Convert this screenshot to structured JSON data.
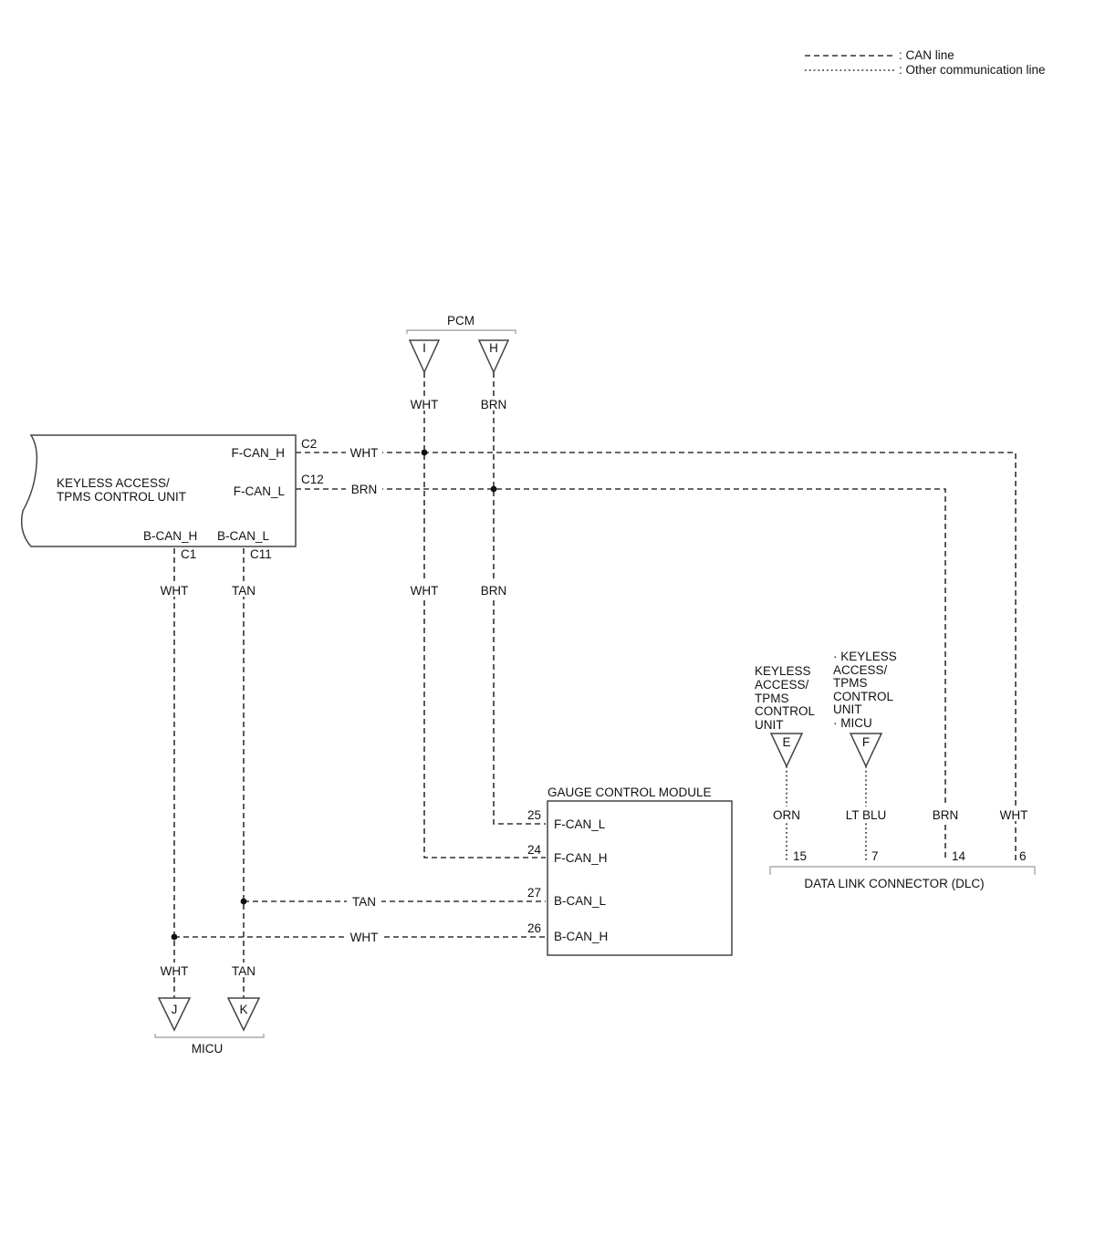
{
  "legend": {
    "can_line": ": CAN line",
    "other_line": ": Other communication line"
  },
  "keyless": {
    "name_line1": "KEYLESS ACCESS/",
    "name_line2": "TPMS CONTROL UNIT",
    "fcan_h": "F-CAN_H",
    "fcan_l": "F-CAN_L",
    "bcan_h": "B-CAN_H",
    "bcan_l": "B-CAN_L",
    "pin_c2": "C2",
    "pin_c12": "C12",
    "pin_c1": "C1",
    "pin_c11": "C11"
  },
  "pcm": {
    "label": "PCM",
    "conn_i": "I",
    "conn_h": "H"
  },
  "micu": {
    "label": "MICU",
    "conn_j": "J",
    "conn_k": "K"
  },
  "gauge": {
    "label": "GAUGE CONTROL MODULE",
    "pins": [
      {
        "num": "25",
        "signal": "F-CAN_L"
      },
      {
        "num": "24",
        "signal": "F-CAN_H"
      },
      {
        "num": "27",
        "signal": "B-CAN_L"
      },
      {
        "num": "26",
        "signal": "B-CAN_H"
      }
    ]
  },
  "dlc": {
    "label": "DATA LINK CONNECTOR (DLC)",
    "pins": [
      {
        "num": "15",
        "wire": "ORN"
      },
      {
        "num": "7",
        "wire": "LT BLU"
      },
      {
        "num": "14",
        "wire": "BRN"
      },
      {
        "num": "6",
        "wire": "WHT"
      }
    ],
    "conn_e": {
      "letter": "E",
      "lines": [
        "KEYLESS",
        "ACCESS/",
        "TPMS",
        "CONTROL",
        "UNIT"
      ]
    },
    "conn_f": {
      "letter": "F",
      "lines": [
        "· KEYLESS",
        "ACCESS/",
        "TPMS",
        "CONTROL",
        "UNIT",
        "· MICU"
      ]
    }
  },
  "wires": {
    "wht": "WHT",
    "brn": "BRN",
    "tan": "TAN"
  }
}
